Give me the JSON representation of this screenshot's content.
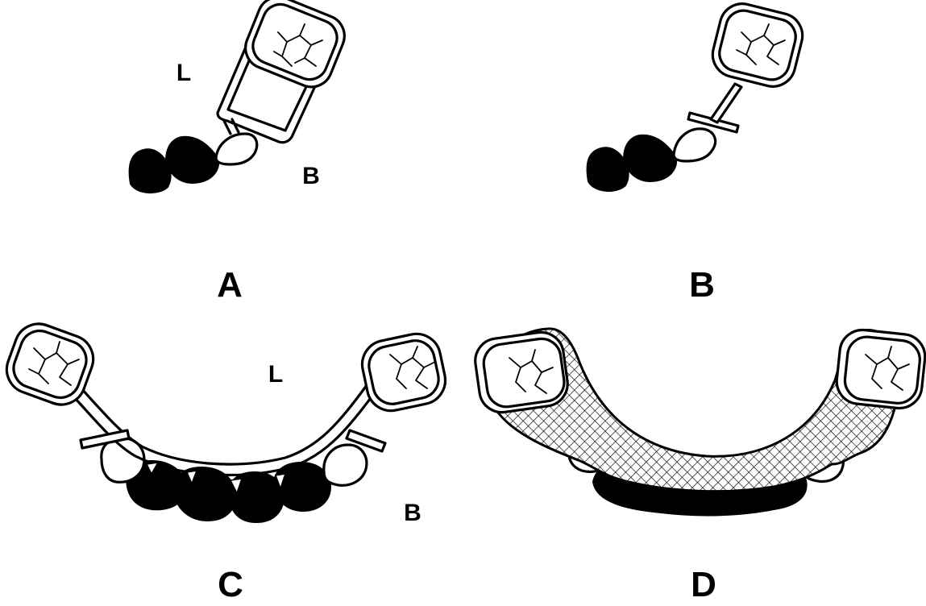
{
  "figure": {
    "panels": [
      {
        "id": "A",
        "label": "A",
        "side_labels": {
          "lingual": "L",
          "buccal": "B"
        }
      },
      {
        "id": "B",
        "label": "B"
      },
      {
        "id": "C",
        "label": "C",
        "side_labels": {
          "lingual": "L",
          "buccal": "B"
        }
      },
      {
        "id": "D",
        "label": "D"
      }
    ]
  },
  "colors": {
    "ink": "#000000",
    "background": "#ffffff"
  }
}
